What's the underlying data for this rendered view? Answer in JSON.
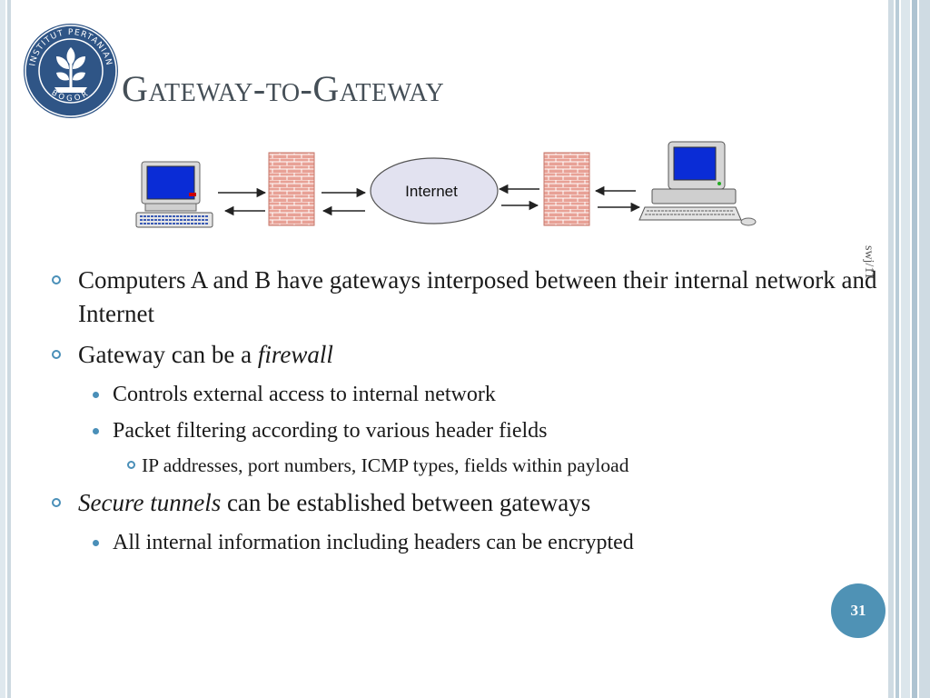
{
  "slide": {
    "title": "Gateway-to-Gateway",
    "side_label": "swj/11",
    "slide_number": "31"
  },
  "logo": {
    "name": "institut-pertanian-bogor-seal",
    "text_top": "INSTITUT PERTANIAN",
    "text_bottom": "BOGOR"
  },
  "diagram": {
    "cloud_label": "Internet",
    "icons": [
      "computer-a-icon",
      "firewall-left-icon",
      "internet-cloud-icon",
      "firewall-right-icon",
      "computer-b-icon"
    ]
  },
  "bullets": [
    {
      "text": "Computers A and B have gateways interposed between their internal network and Internet"
    },
    {
      "prefix": "Gateway can be a ",
      "emph": "firewall",
      "sub": [
        {
          "text": "Controls external access to internal network"
        },
        {
          "text": "Packet filtering according to various header fields",
          "sub": [
            {
              "text": "IP addresses, port numbers, ICMP types, fields within payload"
            }
          ]
        }
      ]
    },
    {
      "emph": "Secure tunnels",
      "suffix": " can be established between gateways",
      "sub": [
        {
          "text": "All internal information including headers can be encrypted"
        }
      ]
    }
  ],
  "colors": {
    "accent": "#4f92b5",
    "title": "#454f57",
    "firewall": "#e8a196",
    "cloud": "#e2e2f0"
  }
}
